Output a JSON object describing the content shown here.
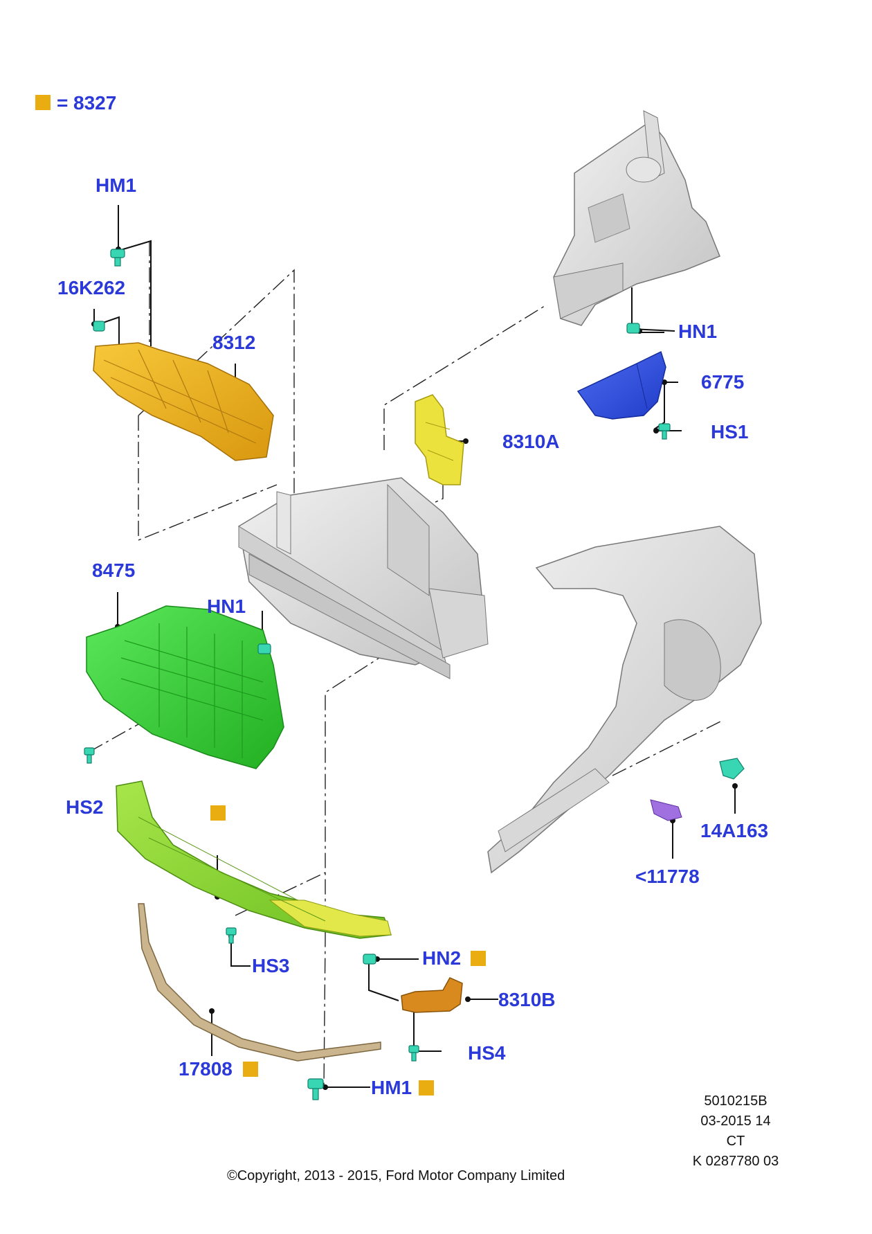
{
  "legend": {
    "marker_color": "#e9ad12",
    "equals": "=",
    "part": "8327"
  },
  "callouts": {
    "hm1_top": "HM1",
    "p16k262": "16K262",
    "p8312": "8312",
    "p8310a": "8310A",
    "hn1_right": "HN1",
    "p6775": "6775",
    "hs1": "HS1",
    "p8475": "8475",
    "hn1_mid": "HN1",
    "hs2": "HS2",
    "p14a163": "14A163",
    "p11778": "<11778",
    "hs3": "HS3",
    "hn2": "HN2",
    "p8310b": "8310B",
    "hs4": "HS4",
    "p17808": "17808",
    "hm1_bottom": "HM1"
  },
  "footer": {
    "code": "5010215B",
    "date": "03-2015 14",
    "region": "CT",
    "ref": "K 0287780 03",
    "copyright": "©Copyright, 2013 - 2015, Ford Motor Company Limited"
  },
  "colors": {
    "label": "#2a39d8",
    "shield_orange": "#f0b418",
    "grille_green": "#3fd43f",
    "deflector_green": "#8fd33a",
    "bracket_yellow": "#ecdc3a",
    "bracket_blue": "#3352e0",
    "bracket_brown": "#d88a1e",
    "clip_teal": "#39d6b4",
    "structure_gray": "#d9d9d9",
    "bar_tan": "#cbb58e",
    "pad_purple": "#a070e0"
  }
}
